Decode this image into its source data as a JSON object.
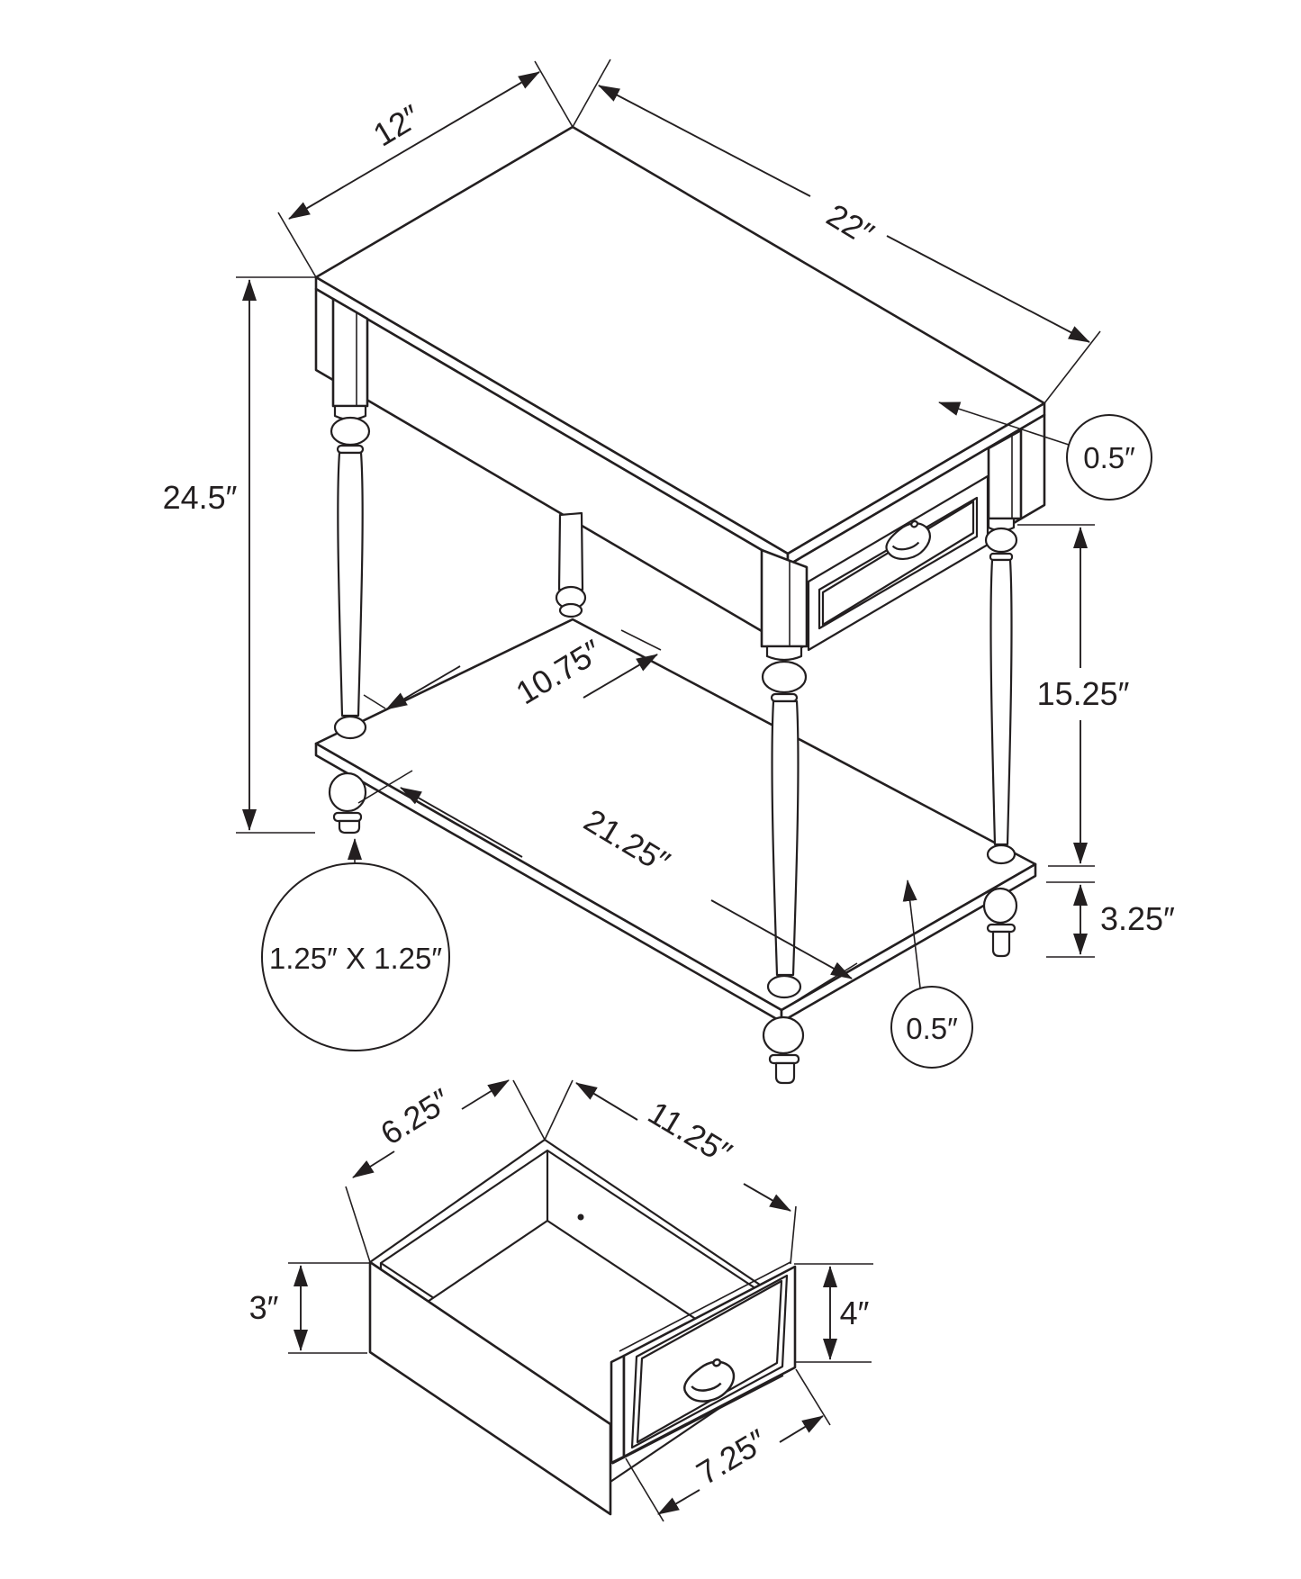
{
  "diagram_type": "furniture dimension drawing",
  "main_view": {
    "name": "accent table isometric view with turned legs, one drawer and lower shelf",
    "dimensions": {
      "top_depth": "12″",
      "top_length": "22″",
      "overall_height": "24.5″",
      "top_thickness": "0.5″",
      "apron_to_shelf_height": "15.25″",
      "shelf_clear_depth": "10.75″",
      "shelf_length": "21.25″",
      "shelf_to_floor_height": "3.25″",
      "leg_cross_section": "1.25″ X 1.25″",
      "shelf_thickness": "0.5″"
    }
  },
  "drawer_view": {
    "name": "drawer isometric view",
    "dimensions": {
      "inner_width": "6.25″",
      "length": "11.25″",
      "side_height": "3″",
      "front_height": "4″",
      "front_width": "7.25″"
    }
  }
}
